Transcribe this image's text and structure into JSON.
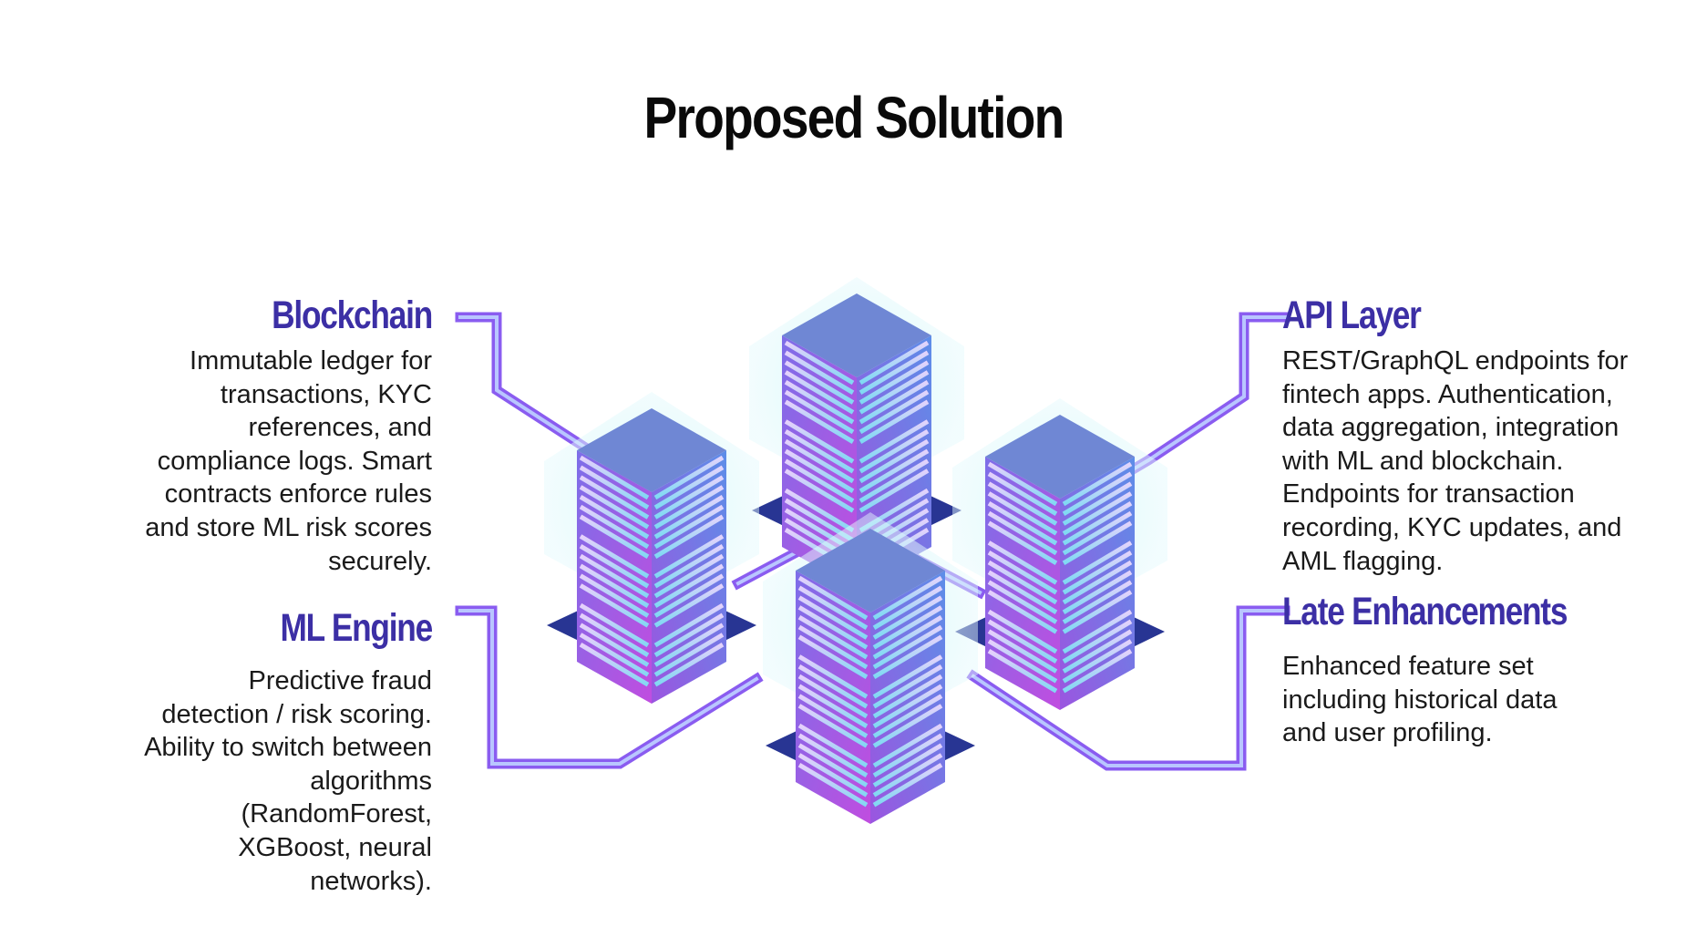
{
  "title": "Proposed Solution",
  "colors": {
    "heading": "#3c2fa5",
    "connector_outer": "#8a5cf0",
    "connector_inner": "#b9c6ff",
    "server_top": "#6f87d4",
    "server_base": "#283593",
    "glow": "#cdf3f7"
  },
  "blocks": {
    "blockchain": {
      "heading": "Blockchain",
      "lines": [
        "Immutable ledger for",
        "transactions, KYC",
        "references, and",
        "compliance logs. Smart",
        "contracts enforce rules",
        "and store ML risk scores",
        "securely."
      ]
    },
    "ml_engine": {
      "heading": "ML Engine",
      "lines": [
        "Predictive fraud",
        "detection / risk scoring.",
        "Ability to switch between",
        "algorithms",
        "(RandomForest,",
        "XGBoost, neural",
        "networks)."
      ]
    },
    "api_layer": {
      "heading": "API Layer",
      "lines": [
        "REST/GraphQL endpoints for",
        "fintech apps. Authentication,",
        "data aggregation, integration",
        "with ML and blockchain.",
        "Endpoints for transaction",
        "recording, KYC updates, and",
        "AML flagging."
      ]
    },
    "late_enhancements": {
      "heading": "Late Enhancements",
      "lines": [
        "Enhanced feature set",
        "including historical data",
        "and user profiling."
      ]
    }
  },
  "servers": [
    {
      "name": "server-top"
    },
    {
      "name": "server-left"
    },
    {
      "name": "server-right"
    },
    {
      "name": "server-front"
    }
  ]
}
